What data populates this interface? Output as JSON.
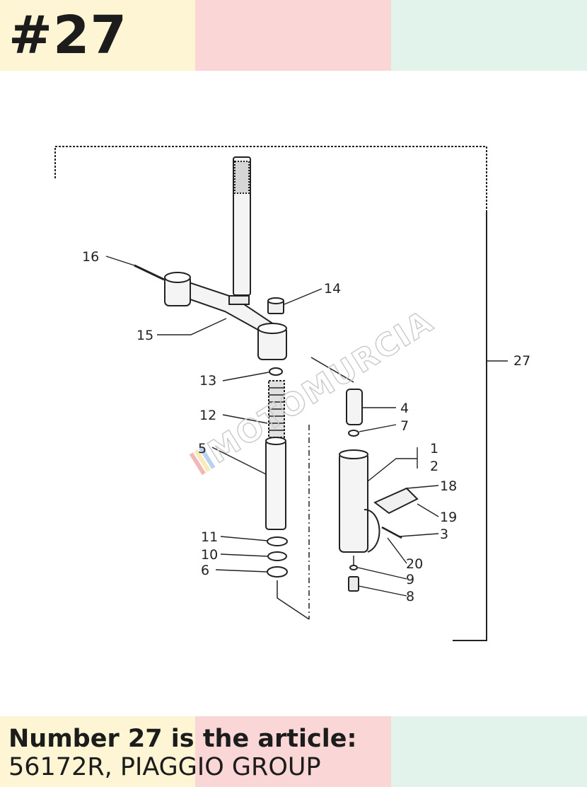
{
  "header": {
    "ref_number": "#27",
    "colors": [
      "#fdf5d3",
      "#fad7d6",
      "#e2f3ec"
    ]
  },
  "diagram": {
    "callouts": {
      "c1": "1",
      "c2": "2",
      "c3": "3",
      "c4": "4",
      "c5": "5",
      "c6": "6",
      "c7": "7",
      "c8": "8",
      "c9": "9",
      "c10": "10",
      "c11": "11",
      "c12": "12",
      "c13": "13",
      "c14": "14",
      "c15": "15",
      "c16": "16",
      "c18": "18",
      "c19": "19",
      "c20": "20",
      "c27": "27"
    },
    "watermark": "MOTOMURCIA",
    "watermark_colors": [
      "#d9342b",
      "#f2c230",
      "#3a7bd5"
    ]
  },
  "footer": {
    "heading": "Number 27 is the article:",
    "article": "56172R, PIAGGIO GROUP"
  }
}
